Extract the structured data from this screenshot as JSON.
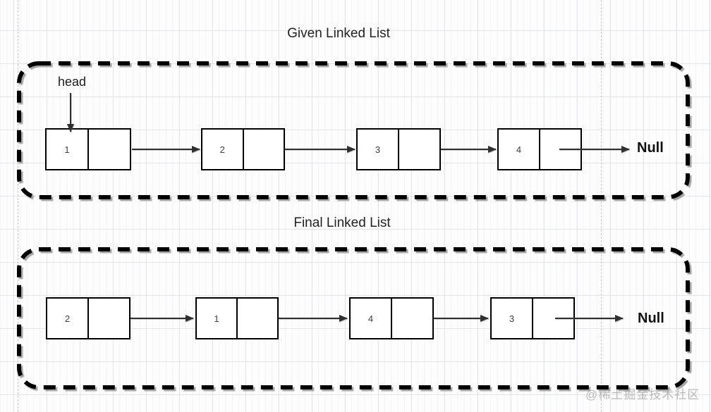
{
  "diagram": {
    "type": "linked-list-transformation",
    "titles": {
      "given": "Given Linked List",
      "final": "Final Linked List"
    },
    "labels": {
      "head": "head"
    },
    "lists": [
      {
        "name": "Given Linked List",
        "nodes": [
          {
            "value": "1"
          },
          {
            "value": "2"
          },
          {
            "value": "3"
          },
          {
            "value": "4"
          }
        ],
        "terminal": "Null"
      },
      {
        "name": "Final Linked List",
        "nodes": [
          {
            "value": "2"
          },
          {
            "value": "1"
          },
          {
            "value": "4"
          },
          {
            "value": "3"
          }
        ],
        "terminal": "Null"
      }
    ],
    "watermark": "@稀土掘金技术社区",
    "colors": {
      "node_border": "#000000",
      "container_border": "#000000",
      "arrow": "#2f2f2f",
      "grid_major": "#e3e5e8",
      "watermark": "#b9b9b9"
    }
  }
}
